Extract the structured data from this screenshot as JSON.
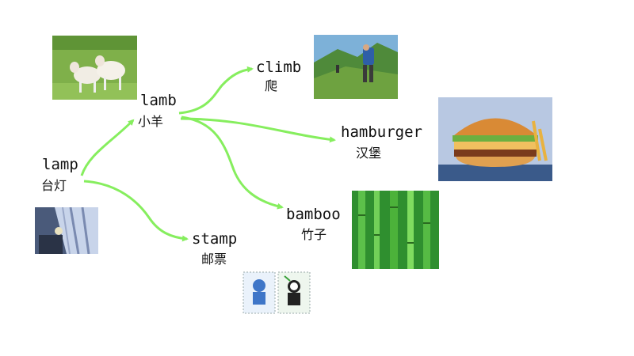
{
  "nodes": {
    "lamp": {
      "en": "lamp",
      "cn": "台灯"
    },
    "lamb": {
      "en": "lamb",
      "cn": "小羊"
    },
    "climb": {
      "en": "climb",
      "cn": "爬"
    },
    "hamburger": {
      "en": "hamburger",
      "cn": "汉堡"
    },
    "bamboo": {
      "en": "bamboo",
      "cn": "竹子"
    },
    "stamp": {
      "en": "stamp",
      "cn": "邮票"
    }
  },
  "edges": [
    {
      "from": "lamp",
      "to": "lamb"
    },
    {
      "from": "lamp",
      "to": "stamp"
    },
    {
      "from": "lamb",
      "to": "climb"
    },
    {
      "from": "lamb",
      "to": "hamburger"
    },
    {
      "from": "lamb",
      "to": "bamboo"
    }
  ],
  "colors": {
    "arrow": "#86ee5e",
    "text": "#111111"
  }
}
